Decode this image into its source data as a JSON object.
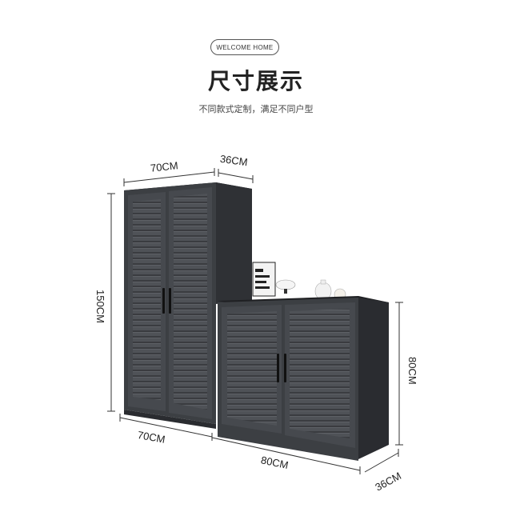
{
  "header": {
    "badge": "WELCOME HOME",
    "title": "尺寸展示",
    "subtitle": "不同款式定制，满足不同户型"
  },
  "dimensions": {
    "tall_width": "70CM",
    "tall_depth": "36CM",
    "tall_height": "150CM",
    "base_width_left": "70CM",
    "low_width": "80CM",
    "low_height": "80CM",
    "low_depth": "36CM"
  },
  "colors": {
    "cabinet_face": "#4a4d52",
    "cabinet_side": "#2f3135",
    "cabinet_top": "#1f2023"
  }
}
